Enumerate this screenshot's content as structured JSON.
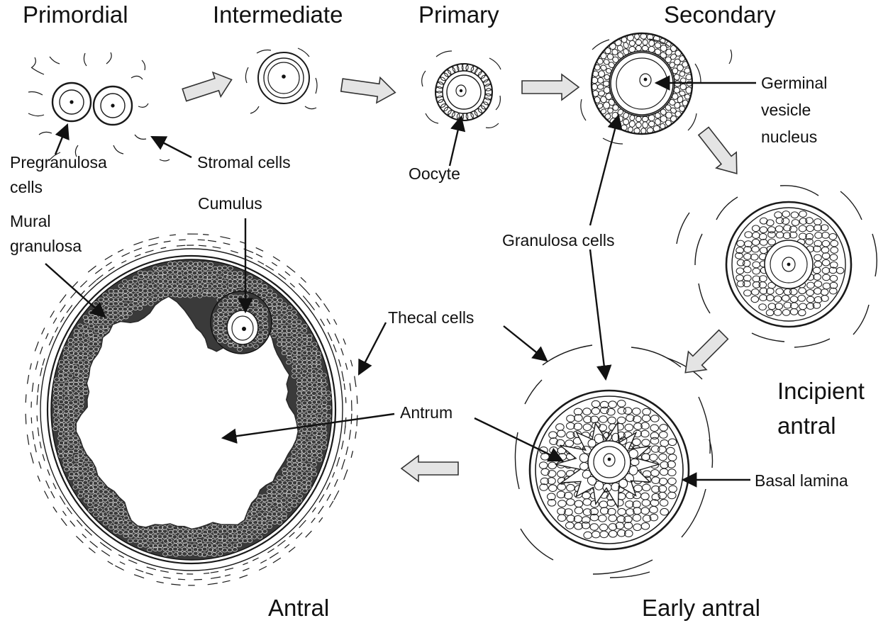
{
  "stages": {
    "primordial": "Primordial",
    "intermediate": "Intermediate",
    "primary": "Primary",
    "secondary": "Secondary",
    "incipient_antral_line1": "Incipient",
    "incipient_antral_line2": "antral",
    "early_antral": "Early antral",
    "antral": "Antral"
  },
  "annotations": {
    "pregranulosa_line1": "Pregranulosa",
    "pregranulosa_line2": "cells",
    "stromal_cells": "Stromal cells",
    "oocyte": "Oocyte",
    "germinal_line1": "Germinal",
    "germinal_line2": "vesicle",
    "germinal_line3": "nucleus",
    "granulosa_cells": "Granulosa cells",
    "thecal_cells": "Thecal cells",
    "antrum": "Antrum",
    "basal_lamina": "Basal lamina",
    "cumulus": "Cumulus",
    "mural_line1": "Mural",
    "mural_line2": "granulosa"
  },
  "colors": {
    "ink": "#1a1a1a",
    "arrow_fill": "#e4e4e4",
    "background": "#ffffff"
  }
}
